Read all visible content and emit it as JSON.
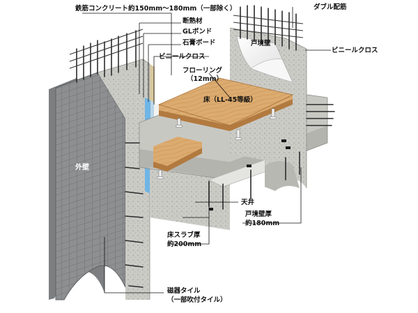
{
  "labels": {
    "rc_wall": "鉄筋コンクリート約150mm～180mm（一部除く）",
    "double_rebar": "ダブル配筋",
    "insulation": "断熱材",
    "gl_bond": "GLボンド",
    "gypsum_board": "石膏ボード",
    "vinyl_cloth_left": "ビニールクロス",
    "partition_wall": "戸境壁",
    "vinyl_cloth_right": "ビニールクロス",
    "flooring_line1": "フローリング",
    "flooring_line2": "（12mm）",
    "floor_grade": "床（LL-45等級）",
    "exterior_wall": "外壁",
    "ceiling": "天井",
    "partition_thickness_line1": "戸境壁厚",
    "partition_thickness_line2": "約180mm",
    "slab_thickness_line1": "床スラブ厚",
    "slab_thickness_line2": "約200mm",
    "tile_line1": "磁器タイル",
    "tile_line2": "（一部吹付タイル）"
  },
  "colors": {
    "concrete": "#c9c9c4",
    "concrete_dark": "#a9a9a4",
    "tile": "#8d8f90",
    "tile_grout": "#6f7173",
    "flooring": "#d9a86c",
    "insulation": "#6fb5e6",
    "rebar": "#2b2b2b"
  }
}
